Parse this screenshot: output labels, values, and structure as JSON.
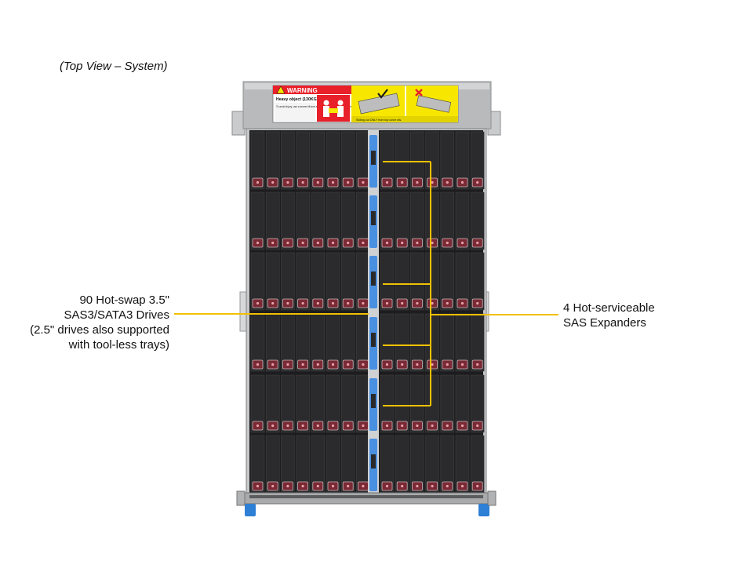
{
  "caption": "(Top View – System)",
  "callouts": {
    "drives": {
      "line1": "90 Hot-swap 3.5\"",
      "line2": "SAS3/SATA3 Drives",
      "line3": "(2.5\" drives also supported",
      "line4": "with tool-less trays)"
    },
    "expanders": {
      "line1": "4 Hot-serviceable",
      "line2": "SAS Expanders"
    }
  },
  "warning_label": {
    "title": "WARNING",
    "heading": "Heavy object (130KG)",
    "body": "To avoid injury, use a server lift and adequate personnel to safely install and service in the rack.",
    "footer": "Sliding out ONLY from top cover rds."
  },
  "colors": {
    "callout_line": "#f2c000",
    "warning_bg": "#e8202a",
    "caution_bg": "#f7e700",
    "tray_black": "#2b2b2d",
    "latch_red": "#7a2a35",
    "spine_blue": "#4a90e0",
    "chassis_gray": "#b4b6b8"
  }
}
